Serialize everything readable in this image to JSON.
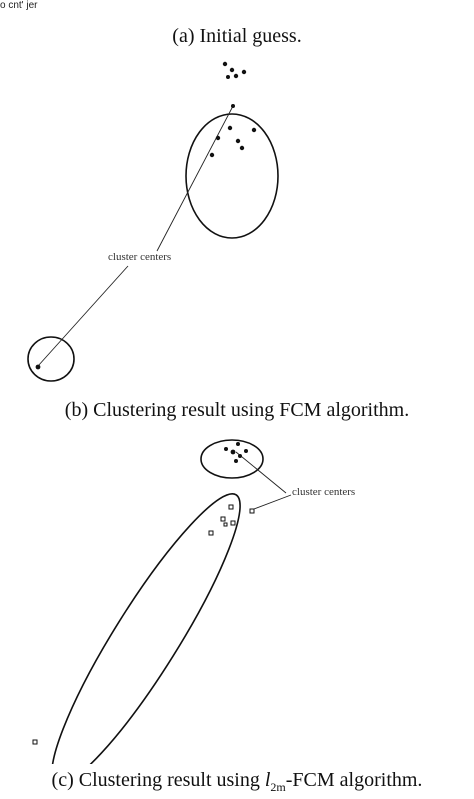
{
  "top_fragment": "o cnt' jer",
  "captions": {
    "a": "(a) Initial guess.",
    "b": "(b) Clustering result using FCM algorithm.",
    "c_prefix": "(c) Clustering result using ",
    "c_sym": "l",
    "c_sub": "2m",
    "c_suffix": "-FCM algorithm."
  },
  "fig_b": {
    "annotation": "cluster centers"
  },
  "fig_c": {
    "annotation": "cluster centers"
  },
  "colors": {
    "ink": "#111111",
    "background": "#ffffff"
  }
}
